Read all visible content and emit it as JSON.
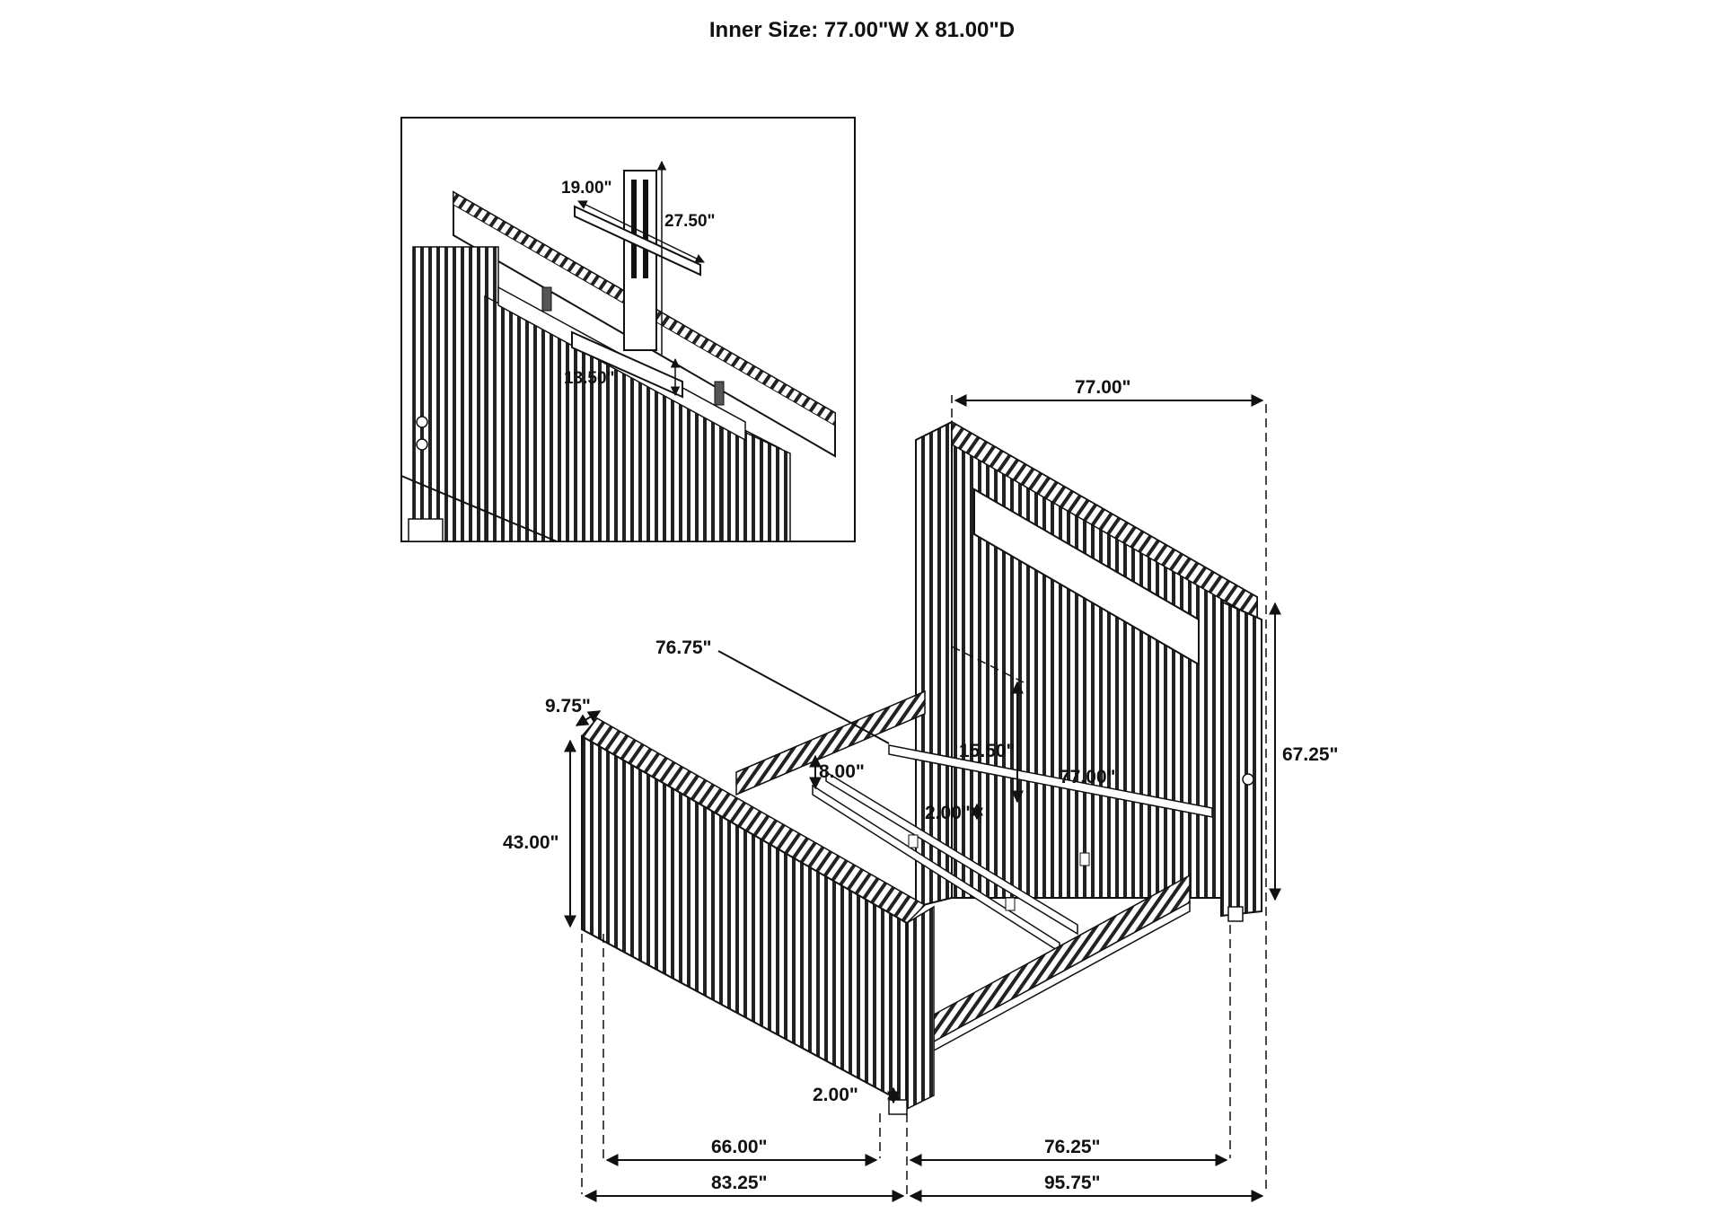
{
  "title": "Inner Size: 77.00\"W X 81.00\"D",
  "inset": {
    "dims": {
      "panel_width": "19.00\"",
      "panel_height": "27.50\"",
      "mount_depth": "13.50\""
    }
  },
  "bed": {
    "dims": {
      "headboard_width": "77.00\"",
      "headboard_height": "67.25\"",
      "side_rail_length": "76.75\"",
      "footboard_depth": "9.75\"",
      "footboard_height": "43.00\"",
      "rail_height": "8.00\"",
      "clearance": "15.50\"",
      "inner_width": "77.00\"",
      "slat_gap": "2.00\"",
      "leg_height": "2.00\"",
      "length_inner": "66.00\"",
      "length_overall": "83.25\"",
      "width_inner": "76.25\"",
      "width_overall": "95.75\""
    }
  },
  "colors": {
    "line": "#111111",
    "background": "#ffffff"
  }
}
